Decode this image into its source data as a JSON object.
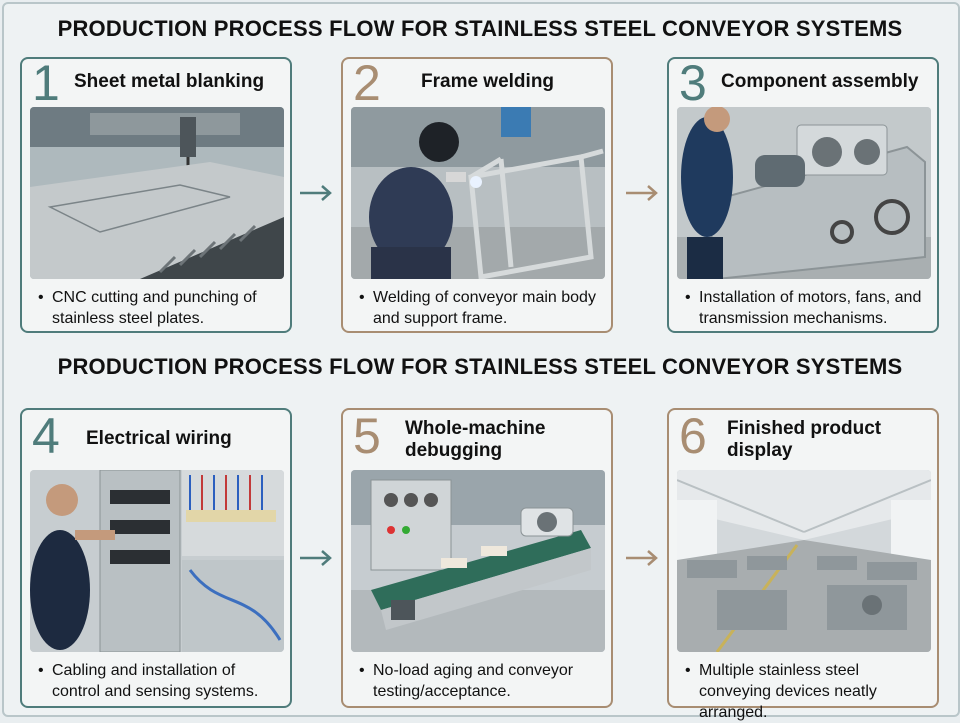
{
  "headings": {
    "top": "PRODUCTION PROCESS FLOW FOR STAINLESS STEEL CONVEYOR SYSTEMS",
    "bottom": "PRODUCTION PROCESS FLOW FOR STAINLESS STEEL CONVEYOR SYSTEMS"
  },
  "steps": [
    {
      "number": "1",
      "title": "Sheet metal blanking",
      "description": "CNC cutting and punching of stainless steel plates."
    },
    {
      "number": "2",
      "title": "Frame welding",
      "description": "Welding of conveyor main body and support frame."
    },
    {
      "number": "3",
      "title": "Component assembly",
      "description": "Installation of motors, fans, and transmission mechanisms."
    },
    {
      "number": "4",
      "title": "Electrical wiring",
      "description": "Cabling and installation of control and sensing systems."
    },
    {
      "number": "5",
      "title": "Whole-machine debugging",
      "description": "No-load aging and conveyor testing/acceptance."
    },
    {
      "number": "6",
      "title": "Finished product display",
      "description": "Multiple stainless steel conveying devices neatly arranged."
    }
  ],
  "colors": {
    "teal": "#4f7c7b",
    "tan": "#a88d72"
  },
  "icons": {
    "arrow": "right-arrow-icon"
  }
}
